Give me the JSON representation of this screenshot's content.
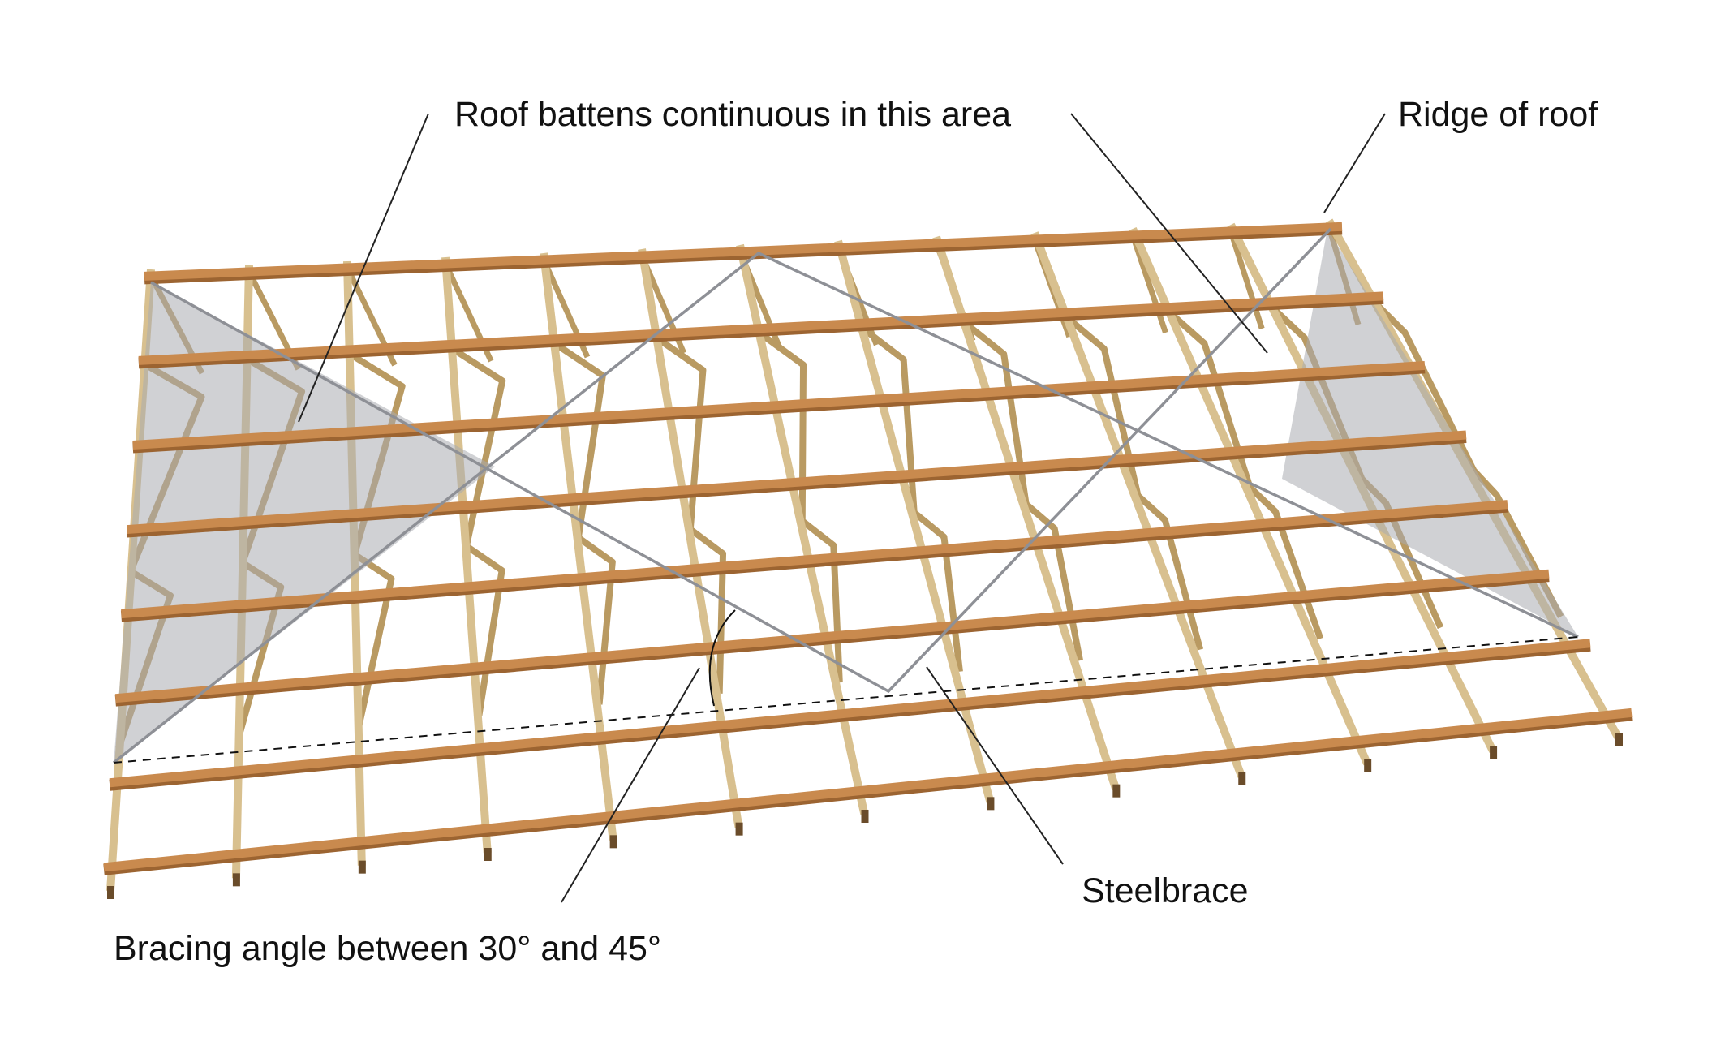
{
  "labels": {
    "roof_battens": "Roof battens continuous in this area",
    "ridge": "Ridge of roof",
    "steelbrace": "Steelbrace",
    "bracing_angle": "Bracing angle between 30° and 45°"
  },
  "colors": {
    "timber": "#d8c08f",
    "timber_dark": "#b99a62",
    "batten": "#c98a4e",
    "batten_edge": "#9c6431",
    "brace_area": "#a9abb1",
    "brace_line": "#8e9096",
    "leader": "#222222"
  },
  "structure": {
    "truss_count": 13,
    "batten_count": 8
  }
}
